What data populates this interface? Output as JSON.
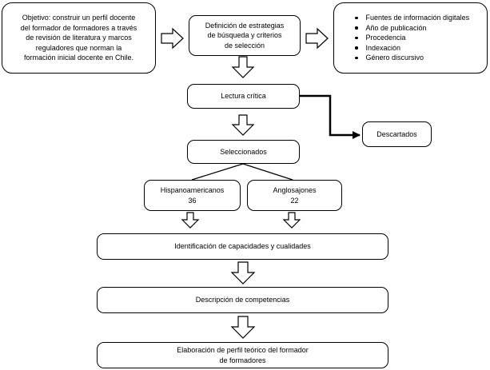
{
  "objective": {
    "lines": [
      "Objetivo: construir un perfil docente",
      "del formador de formadores a través",
      "de revisión de literatura y marcos",
      "reguladores que norman la",
      "formación inicial docente en Chile."
    ]
  },
  "strategies": {
    "lines": [
      "Definición de estrategias",
      "de búsqueda y criterios",
      "de selección"
    ]
  },
  "criteria": {
    "items": [
      "Fuentes de información digitales",
      "Año de publicación",
      "Procedencia",
      "Indexación",
      "Género discursivo"
    ]
  },
  "critical_reading": {
    "label": "Lectura crítica"
  },
  "discarded": {
    "label": "Descartados"
  },
  "selected": {
    "label": "Seleccionados"
  },
  "hispano": {
    "label": "Hispanoamericanos",
    "count": "36"
  },
  "anglo": {
    "label": "Anglosajones",
    "count": "22"
  },
  "identification": {
    "label": "Identificación de capacidades y cualidades"
  },
  "description": {
    "label": "Descripción de competencias"
  },
  "elaboration": {
    "lines": [
      "Elaboración de perfil teórico del formador",
      "de formadores"
    ]
  }
}
